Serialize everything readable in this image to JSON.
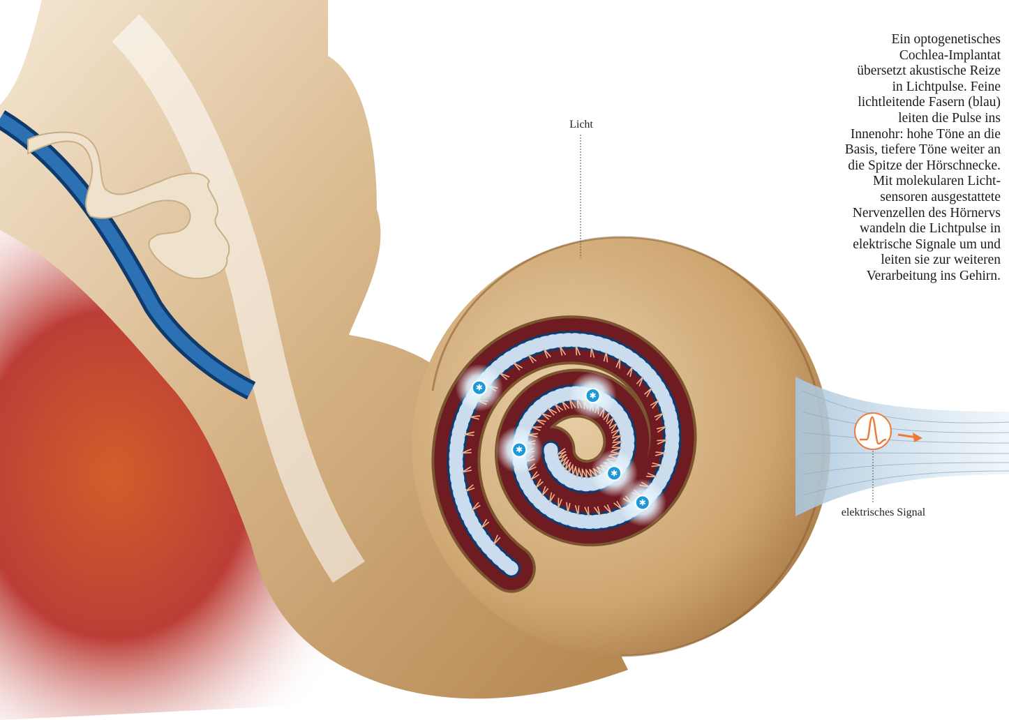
{
  "labels": {
    "licht": "Licht",
    "signal": "elektrisches Signal"
  },
  "caption": [
    "Ein optogenetisches",
    "Cochlea-Implantat",
    "übersetzt akustische Reize",
    "in Lichtpulse. Feine",
    "lichtleitende Fasern (blau)",
    "leiten die Pulse ins",
    "Innenohr: hohe Töne an die",
    "Basis, tiefere Töne weiter an",
    "die Spitze der Hörschnecke.",
    "Mit molekularen Licht-",
    "sensoren ausgestattete",
    "Nervenzellen des Hörnervs",
    "wandeln die Lichtpulse in",
    "elektrische Signale um und",
    "leiten sie zur weiteren",
    "Verarbeitung ins Gehirn."
  ],
  "colors": {
    "bone": "#d8b98f",
    "bone_dark": "#a87a45",
    "duct": "#6e1c22",
    "fiber": "#1f62a3",
    "fiber_dark": "#0e3a6c",
    "nerve": "#f1b48f",
    "flesh": "#c9462a",
    "signal": "#ee7a3a"
  }
}
